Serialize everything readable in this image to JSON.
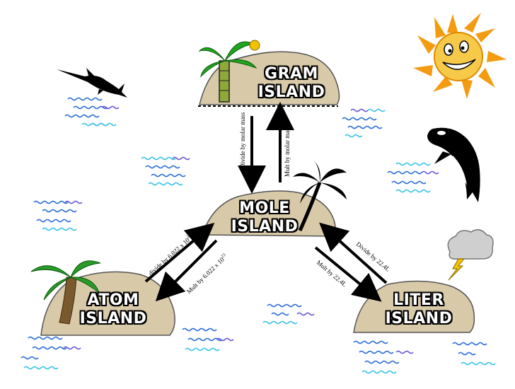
{
  "islands": {
    "gram": {
      "line1": "GRAM",
      "line2": "ISLAND"
    },
    "mole": {
      "line1": "MOLE",
      "line2": "ISLAND"
    },
    "atom": {
      "line1": "ATOM",
      "line2": "ISLAND"
    },
    "liter": {
      "line1": "LITER",
      "line2": "ISLAND"
    }
  },
  "arrows": {
    "gram_to_mole": "Divide by molar mass",
    "mole_to_gram": "Mult by molar mass",
    "atom_to_mole_prefix": "divide by 6.022 x 10",
    "atom_to_mole_exp": "23",
    "mole_to_atom_prefix": "Mult by 6.022 x 10",
    "mole_to_atom_exp": "23",
    "liter_to_mole": "Divide by 22.4L",
    "mole_to_liter": "Mult by 22.4L"
  },
  "colors": {
    "island_fill": "#d8c9a8",
    "water_blue": "#2f6fd6",
    "water_cyan": "#3cc3e6",
    "water_purple": "#6b5bd6",
    "sun_orange": "#f39c12",
    "sun_yellow": "#f7c948"
  }
}
